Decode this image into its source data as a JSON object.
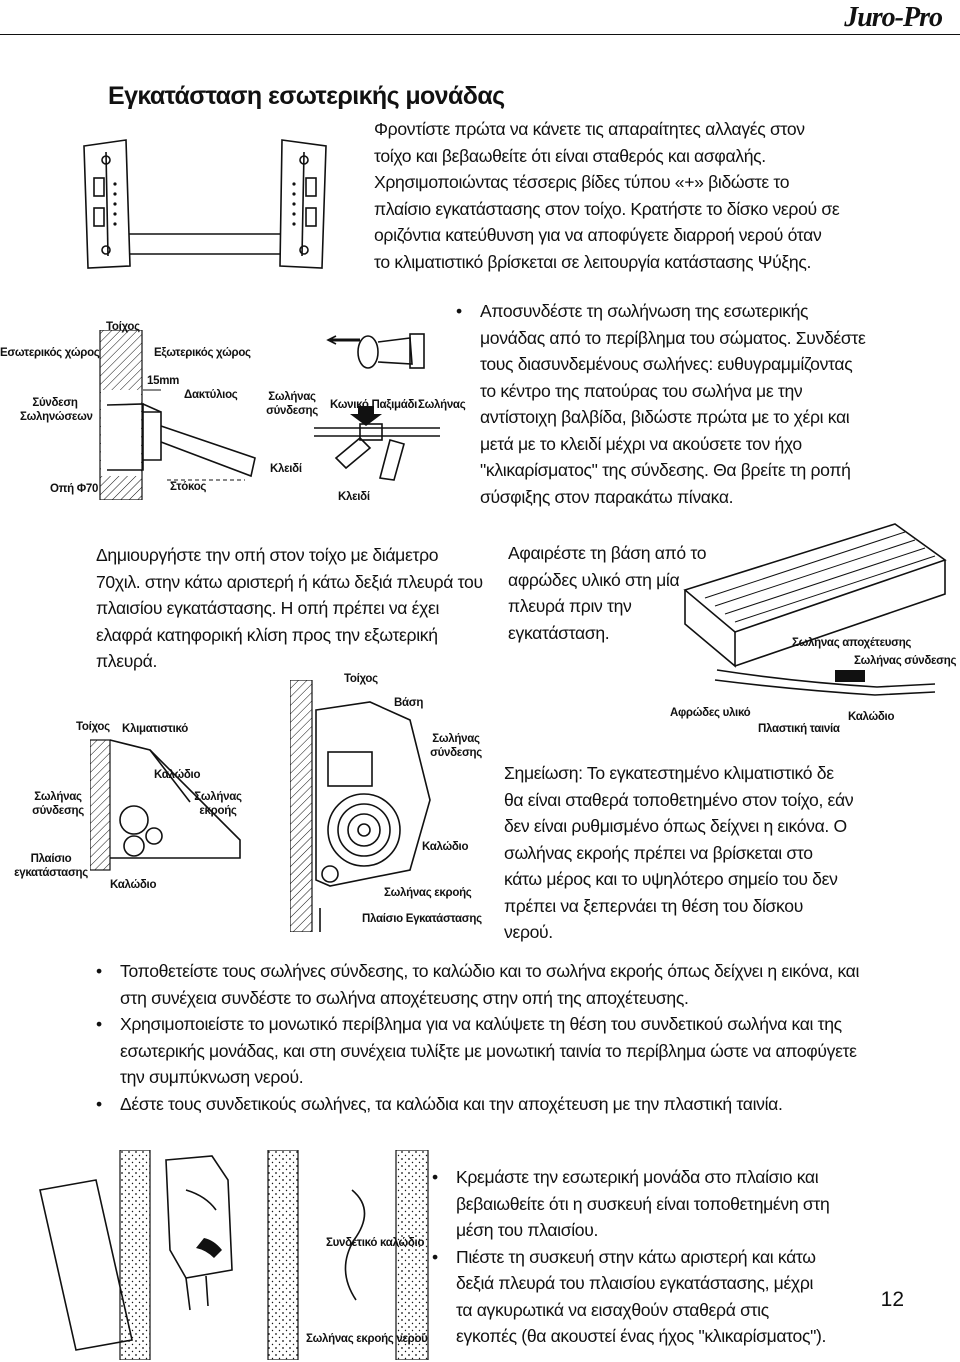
{
  "header": {
    "brand": "Juro-Pro"
  },
  "page": {
    "title": "Εγκατάσταση εσωτερικής μονάδας",
    "number": "12"
  },
  "intro_text": "Φροντίστε πρώτα να κάνετε τις απαραίτητες αλλαγές στον τοίχο και βεβαωθείτε ότι είναι σταθερός και ασφαλής. Χρησιμοποιώντας τέσσερις βίδες τύπου «+» βιδώστε το πλαίσιο εγκατάστασης στον τοίχο. Κρατήστε το δίσκο νερού σε οριζόντια κατεύθυνση για να αποφύγετε διαρροή νερού όταν το κλιματιστικό βρίσκεται σε λειτουργία κατάστασης Ψύξης.",
  "pipe_bullet": "Αποσυνδέστε τη σωλήνωση της εσωτερικής μονάδας από το περίβλημα του σώματος. Συνδέστε τους διασυνδεμένους σωλήνες: ευθυγραμμίζοντας το κέντρο της πατούρας του σωλήνα με την αντίστοιχη βαλβίδα, βιδώστε πρώτα με το χέρι και μετά με το κλειδί μέχρι να ακούσετε τον ήχο \"κλικαρίσματος\" της σύνδεσης. Θα βρείτε τη ροπή σύσφιξης στον παρακάτω πίνακα.",
  "hole_text": "Δημιουργήστε την οπή στον τοίχο με διάμετρο 70χιλ. στην κάτω αριστερή ή κάτω δεξιά πλευρά του πλαισίου εγκατάστασης. Η οπή πρέπει να έχει ελαφρά κατηφορική κλίση προς την εξωτερική πλευρά.",
  "foam_text": "Αφαιρέστε τη βάση από το αφρώδες υλικό στη μία πλευρά πριν την εγκατάσταση.",
  "note_text": "Σημείωση: Το εγκατεστημένο κλιματιστικό δε θα είναι σταθερά τοποθετημένο στον τοίχο, εάν δεν είναι ρυθμισμένο όπως δείχνει η εικόνα. Ο σωλήνας εκροής πρέπει να βρίσκεται στο κάτω μέρος και το υψηλότερο σημείο του δεν πρέπει να ξεπερνάει τη θέση του δίσκου νερού.",
  "bottom_bullets": [
    "Τοποθετείστε τους σωλήνες σύνδεσης, το καλώδιο και το σωλήνα εκροής όπως δείχνει η εικόνα, και στη συνέχεια συνδέστε το σωλήνα αποχέτευσης στην οπή της αποχέτευσης.",
    "Χρησιμοποιείστε το μονωτικό περίβλημα για να καλύψετε τη θέση του συνδετικού σωλήνα και της εσωτερικής μονάδας, και στη συνέχεια τυλίξτε με μονωτική ταινία το περίβλημα ώστε να αποφύγετε την συμπύκνωση νερού.",
    "Δέστε τους συνδετικούς σωλήνες, τα καλώδια και την αποχέτευση με την πλαστική ταινία."
  ],
  "hang_bullets": [
    "Κρεμάστε την εσωτερική μονάδα στο πλαίσιο και βεβαιωθείτε ότι η συσκευή είναι τοποθετημένη στη μέση του πλαισίου.",
    "Πιέστε τη συσκευή στην κάτω αριστερή και κάτω δεξιά πλευρά του πλαισίου εγκατάστασης, μέχρι τα αγκυρωτικά να εισαχθούν σταθερά στις εγκοπές (θα ακουστεί ένας ήχος \"κλικαρίσματος\")."
  ],
  "labels": {
    "wall_hole": {
      "wall": "Τοίχος",
      "indoor": "Εσωτερικός χώρος",
      "outdoor": "Εξωτερικός χώρος",
      "pipe_conn_1": "Σύνδεση",
      "pipe_conn_2": "Σωληνώσεων",
      "hole": "Οπή Φ70",
      "mm15": "15mm",
      "ring": "Δακτύλιος",
      "target": "Στόκος"
    },
    "flare": {
      "connecting_pipe_1": "Σωλήνας",
      "connecting_pipe_2": "σύνδεσης",
      "cone_nut": "Κωνικό Παξιμάδι",
      "pipe": "Σωλήνας",
      "wrench1": "Κλειδί",
      "wrench2": "Κλειδί"
    },
    "foam": {
      "drain_pipe": "Σωλήνας αποχέτευσης",
      "conn_pipe": "Σωλήνας σύνδεσης",
      "foam": "Αφρώδες υλικό",
      "cable": "Καλώδιο",
      "tape": "Πλαστική ταινία"
    },
    "left_fig": {
      "wall": "Τοίχος",
      "ac": "Κλιματιστικό",
      "cable_top": "Καλώδιο",
      "drain_1": "Σωλήνας",
      "drain_2": "εκροής",
      "conn_1": "Σωλήνας",
      "conn_2": "σύνδεσης",
      "frame_1": "Πλαίσιο",
      "frame_2": "εγκατάστασης",
      "cable_bottom": "Καλώδιο"
    },
    "right_fig": {
      "wall": "Τοίχος",
      "base": "Βάση",
      "conn_1": "Σωλήνας",
      "conn_2": "σύνδεσης",
      "cable": "Καλώδιο",
      "drain": "Σωλήνας εκροής",
      "frame": "Πλαίσιο Εγκατάστασης"
    },
    "hang_fig": {
      "cable": "Συνδετικό καλώδιο",
      "drain": "Σωλήνας εκροής νερού"
    }
  }
}
